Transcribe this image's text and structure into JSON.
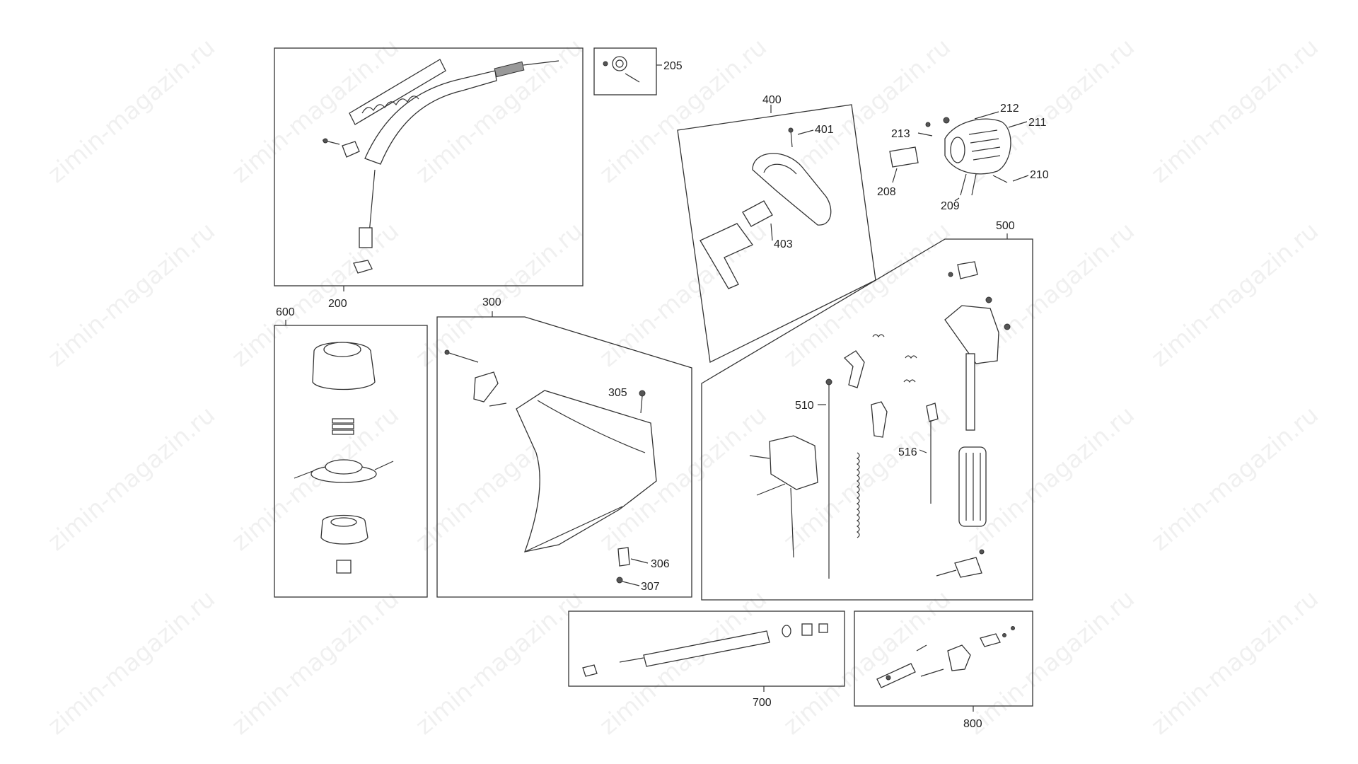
{
  "watermark": "zimin-magazin.ru",
  "groups": {
    "g200": "200",
    "g205": "205",
    "g300": "300",
    "g400": "400",
    "g500": "500",
    "g600": "600",
    "g700": "700",
    "g800": "800"
  },
  "parts": {
    "p208": "208",
    "p209": "209",
    "p210": "210",
    "p211": "211",
    "p212": "212",
    "p213": "213",
    "p305": "305",
    "p306": "306",
    "p307": "307",
    "p401": "401",
    "p403": "403",
    "p510": "510",
    "p516": "516"
  }
}
